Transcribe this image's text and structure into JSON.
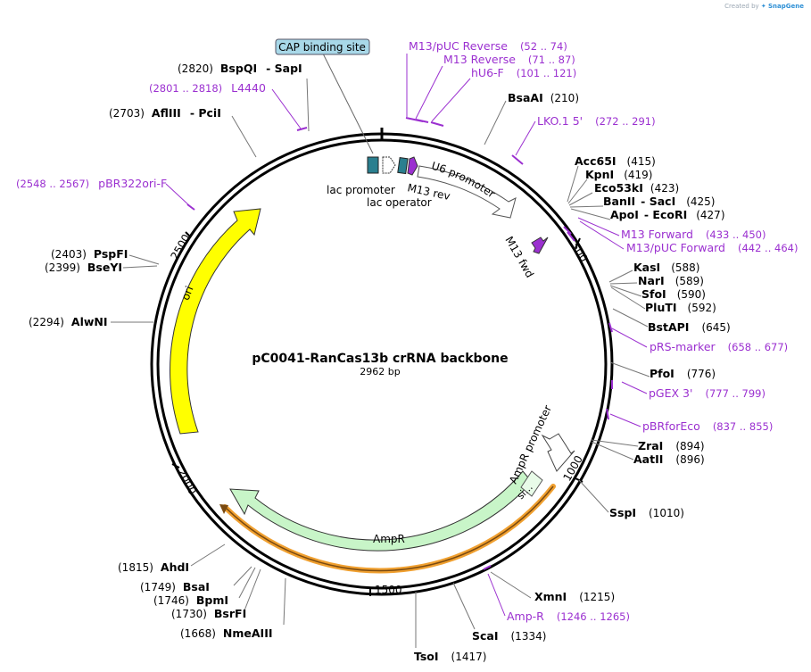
{
  "header": {
    "credit_prefix": "Created by",
    "credit_brand": "SnapGene"
  },
  "plasmid": {
    "name": "pC0041-RanCas13b crRNA backbone",
    "size_label": "2962 bp",
    "length": 2962
  },
  "ticks": [
    {
      "pos": 500,
      "label": "500"
    },
    {
      "pos": 1000,
      "label": "1000"
    },
    {
      "pos": 1500,
      "label": "1500"
    },
    {
      "pos": 2000,
      "label": "2000"
    },
    {
      "pos": 2500,
      "label": "2500"
    }
  ],
  "enzymes": [
    {
      "name": "BsaAI",
      "pos": "(210)"
    },
    {
      "name": "Acc65I",
      "pos": "(415)"
    },
    {
      "name": "KpnI",
      "pos": "(419)"
    },
    {
      "name": "Eco53kI",
      "pos": "(423)"
    },
    {
      "name": "BanII",
      "name2": "SacI",
      "pos": "(425)"
    },
    {
      "name": "ApoI",
      "name2": "EcoRI",
      "pos": "(427)"
    },
    {
      "name": "KasI",
      "pos": "(588)"
    },
    {
      "name": "NarI",
      "pos": "(589)"
    },
    {
      "name": "SfoI",
      "pos": "(590)"
    },
    {
      "name": "PluTI",
      "pos": "(592)"
    },
    {
      "name": "BstAPI",
      "pos": "(645)"
    },
    {
      "name": "PfoI",
      "pos": "(776)"
    },
    {
      "name": "ZraI",
      "pos": "(894)"
    },
    {
      "name": "AatII",
      "pos": "(896)"
    },
    {
      "name": "SspI",
      "pos": "(1010)"
    },
    {
      "name": "XmnI",
      "pos": "(1215)"
    },
    {
      "name": "ScaI",
      "pos": "(1334)"
    },
    {
      "name": "TsoI",
      "pos": "(1417)"
    },
    {
      "name": "NmeAIII",
      "pos": "(1668)"
    },
    {
      "name": "BsrFI",
      "pos": "(1730)"
    },
    {
      "name": "BpmI",
      "pos": "(1746)"
    },
    {
      "name": "BsaI",
      "pos": "(1749)"
    },
    {
      "name": "AhdI",
      "pos": "(1815)"
    },
    {
      "name": "AlwNI",
      "pos": "(2294)"
    },
    {
      "name": "BseYI",
      "pos": "(2399)"
    },
    {
      "name": "PspFI",
      "pos": "(2403)"
    },
    {
      "name": "AflIII",
      "name2": "PciI",
      "pos": "(2703)"
    },
    {
      "name": "BspQI",
      "name2": "SapI",
      "pos": "(2820)"
    }
  ],
  "primers": [
    {
      "name": "M13/pUC Reverse",
      "range": "(52 .. 74)"
    },
    {
      "name": "M13 Reverse",
      "range": "(71 .. 87)"
    },
    {
      "name": "hU6-F",
      "range": "(101 .. 121)"
    },
    {
      "name": "LKO.1 5'",
      "range": "(272 .. 291)"
    },
    {
      "name": "M13 Forward",
      "range": "(433 .. 450)"
    },
    {
      "name": "M13/pUC Forward",
      "range": "(442 .. 464)"
    },
    {
      "name": "pRS-marker",
      "range": "(658 .. 677)"
    },
    {
      "name": "pGEX 3'",
      "range": "(777 .. 799)"
    },
    {
      "name": "pBRforEco",
      "range": "(837 .. 855)"
    },
    {
      "name": "Amp-R",
      "range": "(1246 .. 1265)"
    },
    {
      "name": "L4440",
      "range": "(2801 .. 2818)"
    },
    {
      "name": "pBR322ori-F",
      "range": "(2548 .. 2567)"
    }
  ],
  "features": {
    "cap_site": "CAP binding site",
    "lac_promoter": "lac promoter",
    "lac_operator": "lac operator",
    "m13_rev": "M13 rev",
    "u6_promoter": "U6 promoter",
    "m13_fwd": "M13 fwd",
    "ampr_promoter": "AmpR promoter",
    "ampr": "AmpR",
    "signal": "si...",
    "ori": "ori"
  },
  "colors": {
    "cap": "#a8d8e8",
    "lac": "#2a7f8f",
    "m13": "#9b30d0",
    "ampr": "#c8f5c8",
    "ori": "#ffff00",
    "orange": "#f0a030",
    "primer": "#9b30d0"
  }
}
